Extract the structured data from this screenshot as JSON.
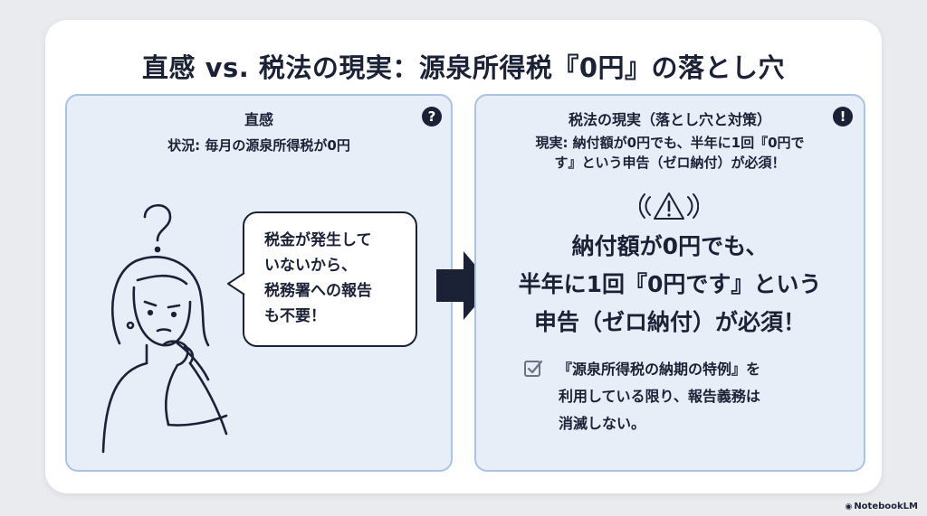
{
  "title": "直感 vs. 税法の現実：源泉所得税『0円』の落とし穴",
  "left": {
    "heading": "直感",
    "badge": "?",
    "situation": "状況: 毎月の源泉所得税が0円",
    "bubble_lines": [
      "税金が発生して",
      "いないから、",
      "税務署への報告",
      "も不要！"
    ]
  },
  "right": {
    "heading": "税法の現実（落とし穴と対策）",
    "badge": "!",
    "reality_lines": [
      "現実: 納付額が0円でも、半年に1回『0円で",
      "す』という申告（ゼロ納付）が必須！"
    ],
    "big_lines": [
      "納付額が0円でも、",
      "半年に1回『0円です』という",
      "申告（ゼロ納付）が必須！"
    ],
    "check_lines": [
      "『源泉所得税の納期の特例』を",
      "利用している限り、報告義務は",
      "消滅しない。"
    ]
  },
  "icons": {
    "question_badge": "question-icon",
    "alert_badge": "exclamation-icon",
    "warning": "warning-triangle-icon",
    "arrow": "right-arrow-icon",
    "check": "checkbox-icon",
    "person": "thinking-person-illustration"
  },
  "colors": {
    "background": "#e9ebef",
    "panel_fill": "#e7eef8",
    "panel_border": "#a9c3e2",
    "navy": "#1b2235"
  },
  "footer": "NotebookLM"
}
